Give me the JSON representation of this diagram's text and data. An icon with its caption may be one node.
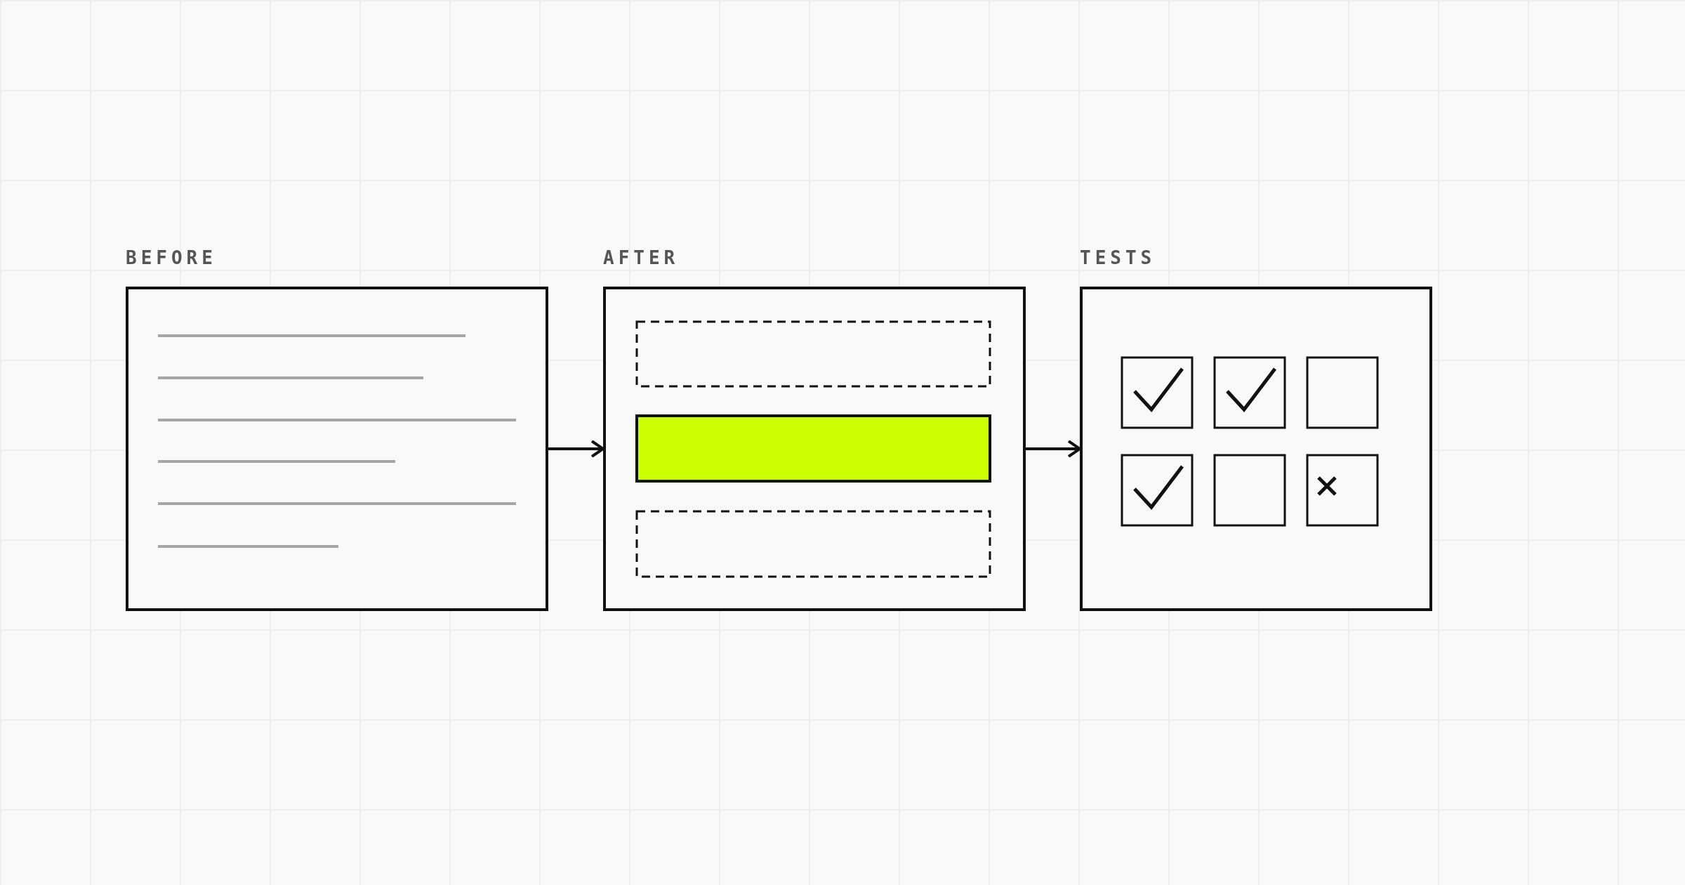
{
  "diagram": {
    "nodes": [
      {
        "text": [
          "BEFORE"
        ]
      },
      {
        "text": [
          "AFTER"
        ]
      },
      {
        "text": [
          "TESTS"
        ]
      }
    ],
    "edges": [
      {
        "from": 0,
        "to": 1,
        "arrow": "to"
      },
      {
        "from": 1,
        "to": 2,
        "arrow": "to"
      }
    ]
  }
}
